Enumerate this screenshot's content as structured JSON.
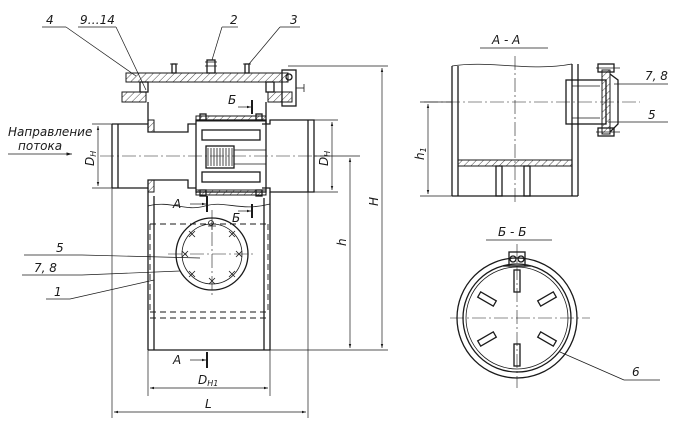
{
  "flow_label": [
    "Направление",
    "потока"
  ],
  "callouts": {
    "c4": "4",
    "c9_14": "9…14",
    "c2": "2",
    "c3": "3",
    "c5": "5",
    "c7_8": "7, 8",
    "c1": "1",
    "c6": "6",
    "right_7_8": "7, 8",
    "right_5": "5"
  },
  "sections": {
    "aa_title": "А - А",
    "bb_title": "Б - Б",
    "a_mark": "А",
    "b_mark": "Б"
  },
  "dimensions": {
    "dn": "D",
    "dn_sub": "Н",
    "dn1": "D",
    "dn1_sub": "Н1",
    "l": "L",
    "h": "h",
    "H": "H",
    "h1": "h",
    "h1_sub": "1"
  }
}
